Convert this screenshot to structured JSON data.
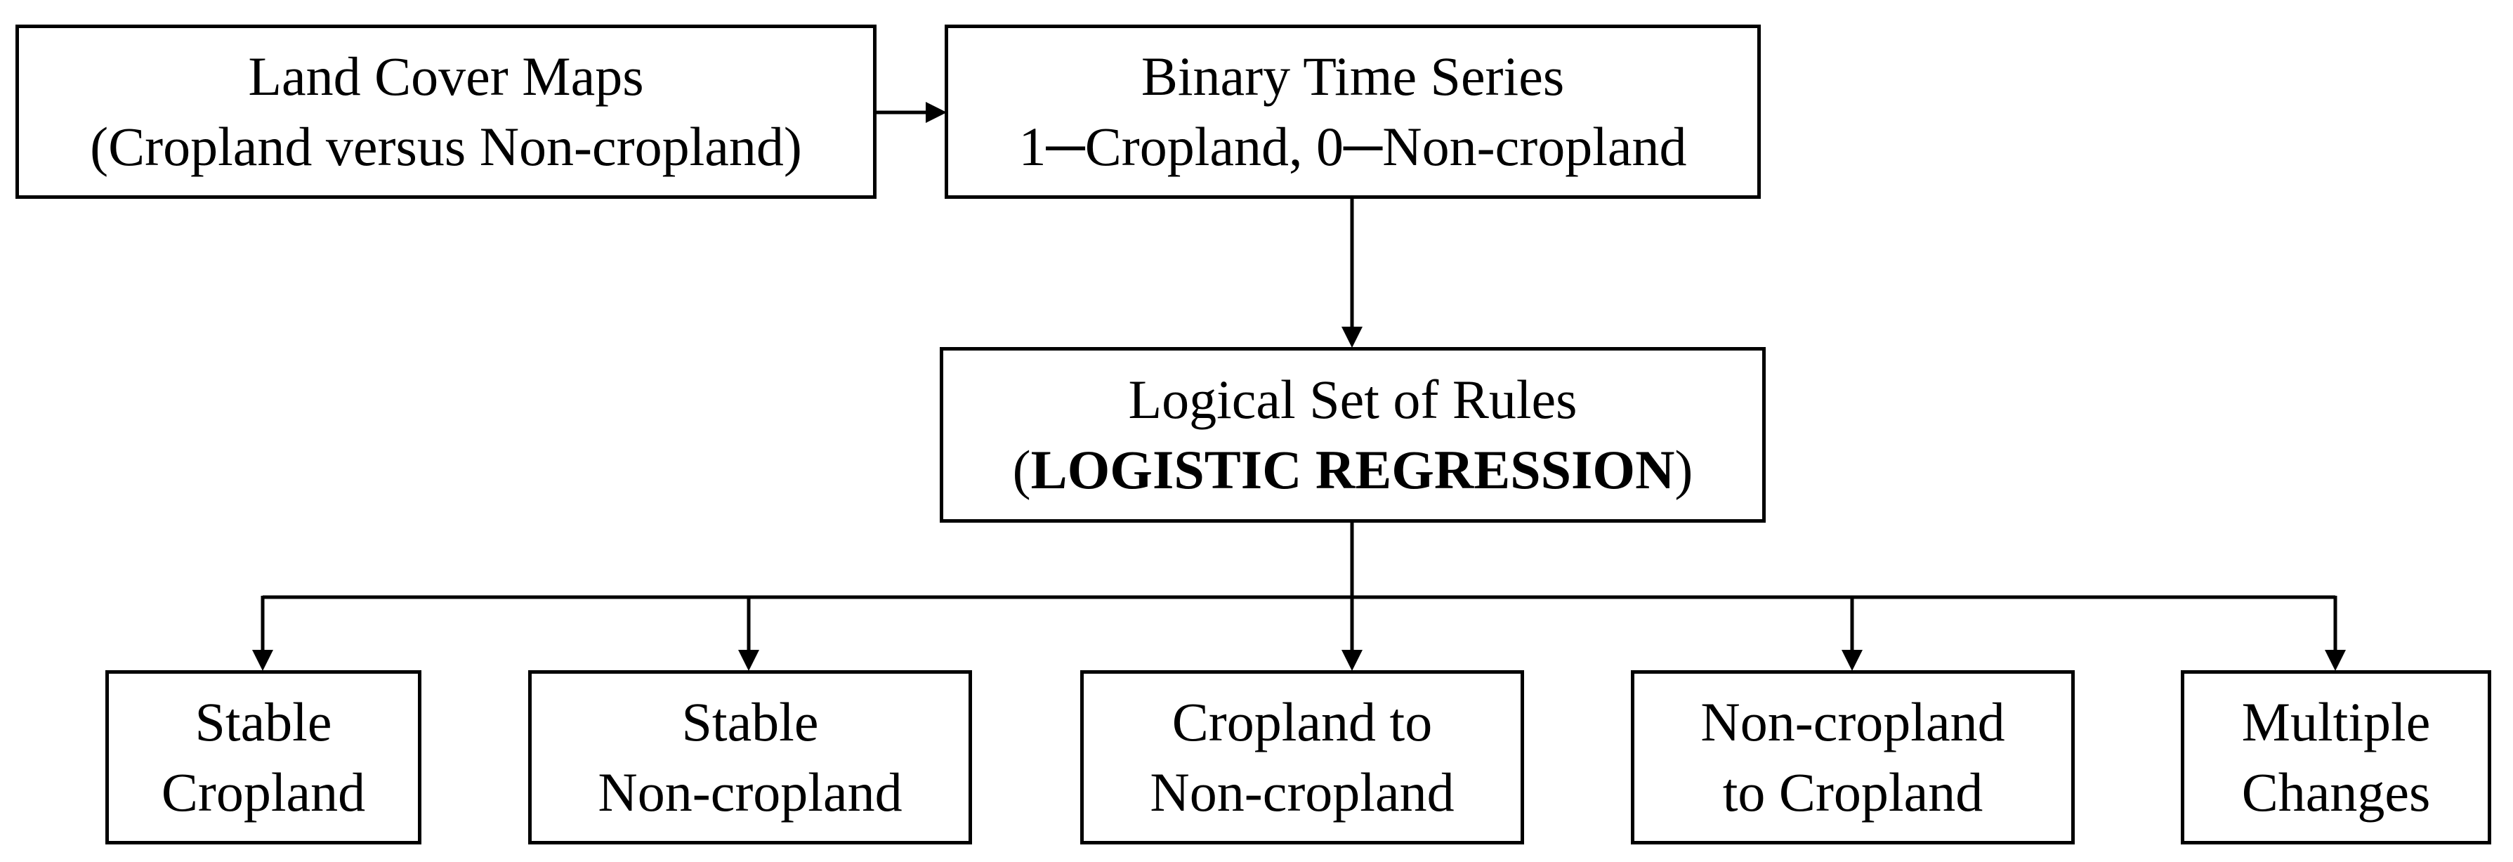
{
  "diagram": {
    "land_cover": {
      "line1": "Land Cover Maps",
      "line2": "(Cropland versus Non-cropland)"
    },
    "binary_series": {
      "line1": "Binary Time Series",
      "line2": "1─Cropland, 0─Non-cropland"
    },
    "rules": {
      "line1": "Logical Set of Rules",
      "line2_open": "(",
      "line2_bold": "LOGISTIC REGRESSION",
      "line2_close": ")"
    },
    "outcomes": [
      {
        "line1": "Stable",
        "line2": "Cropland"
      },
      {
        "line1": "Stable",
        "line2": "Non-cropland"
      },
      {
        "line1": "Cropland to",
        "line2": "Non-cropland"
      },
      {
        "line1": "Non-cropland",
        "line2": "to Cropland"
      },
      {
        "line1": "Multiple",
        "line2": "Changes"
      }
    ],
    "colors": {
      "stroke": "#000000",
      "background": "#ffffff"
    }
  }
}
